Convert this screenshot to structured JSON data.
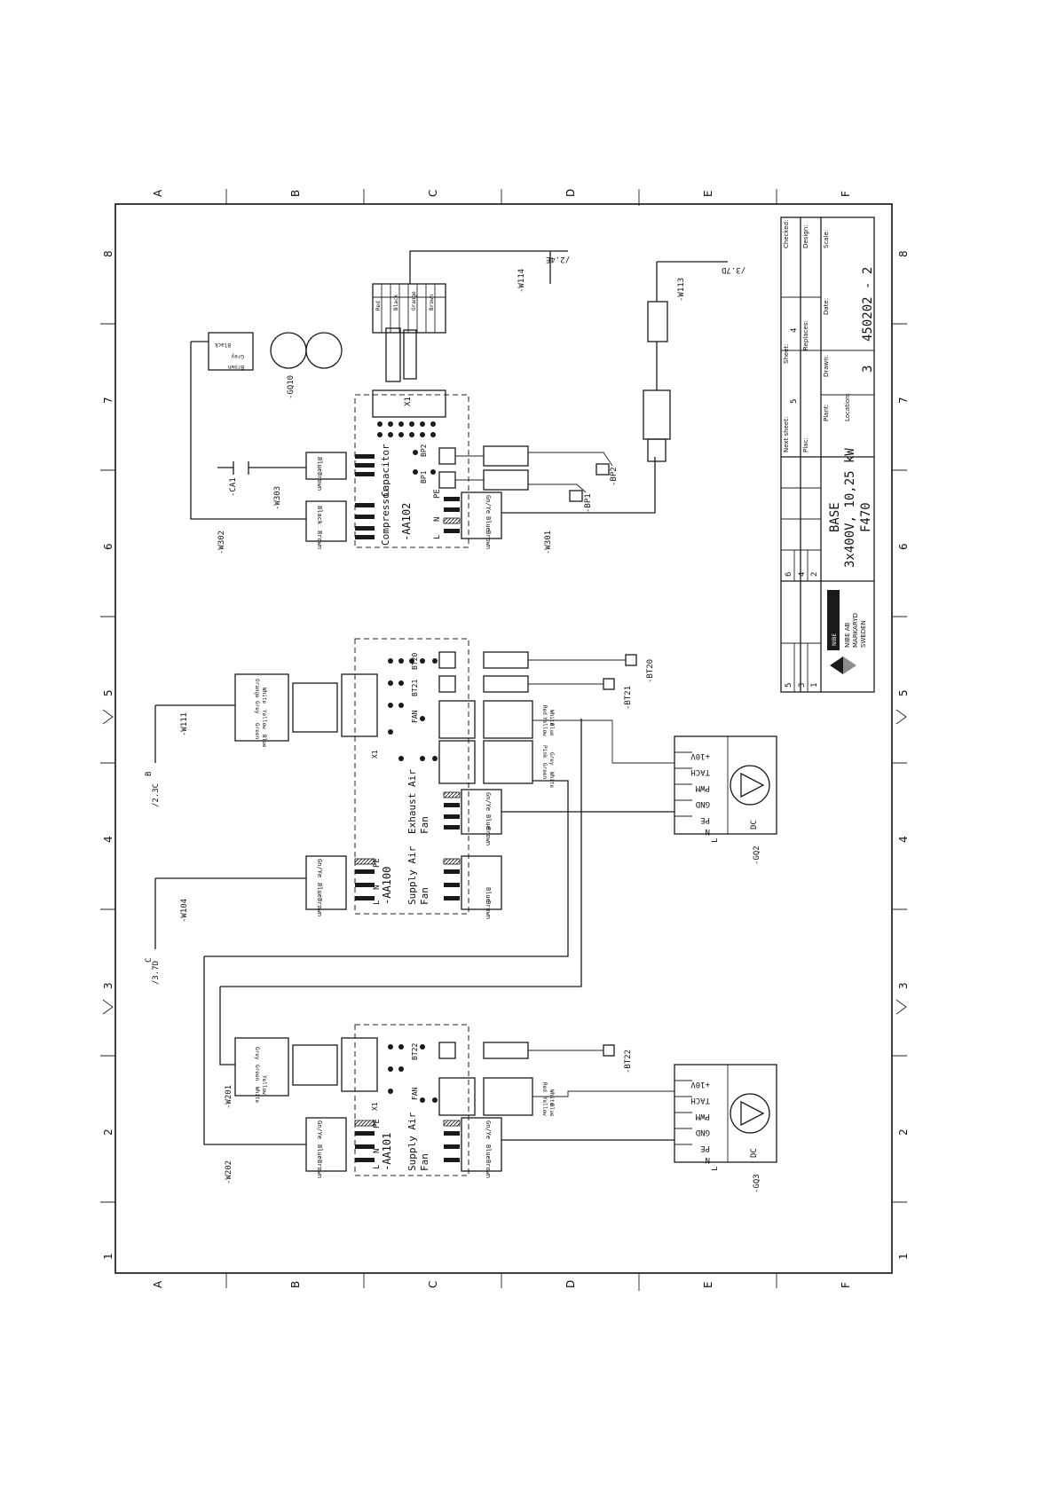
{
  "border": {
    "letters": [
      "A",
      "B",
      "C",
      "D",
      "E",
      "F"
    ],
    "numbers": [
      "1",
      "2",
      "3",
      "4",
      "5",
      "6",
      "7",
      "8"
    ]
  },
  "modules": {
    "aa102": {
      "id": "-AA102",
      "compressor": "Compressor",
      "capacitor": "Capacitor",
      "terminal_l": "L",
      "terminal_n": "N",
      "terminal_pe": "PE",
      "connector": "X1",
      "bp1": "BP1",
      "bp2": "BP2"
    },
    "aa100": {
      "id": "-AA100",
      "exhaust": "Exhaust Air",
      "supply": "Supply Air",
      "fan": "Fan",
      "terminal_l": "L",
      "terminal_n": "N",
      "terminal_pe": "PE",
      "connector": "X1",
      "bt20": "BT20",
      "bt21": "BT21",
      "fan_label": "FAN"
    },
    "aa101": {
      "id": "-AA101",
      "supply": "Supply Air",
      "fan": "Fan",
      "terminal_l": "L",
      "terminal_n": "N",
      "terminal_pe": "PE",
      "connector": "X1",
      "bt22": "BT22",
      "fan_label": "FAN"
    }
  },
  "cables": [
    "-W302",
    "-W303",
    "-W301",
    "-W114",
    "-W113",
    "-W111",
    "-W104",
    "-W201",
    "-W202"
  ],
  "components": {
    "gq10": "-GQ10",
    "ca1": "-CA1",
    "bp1": "-BP1",
    "bp2": "-BP2",
    "bt20": "-BT20",
    "bt21": "-BT21",
    "bt22": "-BT22",
    "gq2": "-GQ2",
    "gq3": "-GQ3"
  },
  "references": {
    "r1": "/2.4E",
    "r2": "/3.7D",
    "r3": "/2.3C",
    "r3b": "B",
    "r4": "/3.7D",
    "r4b": "C"
  },
  "wires": {
    "brown": "Brown",
    "blue": "Blue",
    "black": "Black",
    "grey": "Grey",
    "gnye": "Gn/Ye",
    "red": "Red",
    "white": "White",
    "yellow": "Yellow",
    "green": "Green",
    "orange": "Orange",
    "pink": "Pink"
  },
  "fan_motor": {
    "plus10v": "+10V",
    "tach": "TACH",
    "pwm": "PWM",
    "gnd": "GND",
    "pe": "PE",
    "n": "N",
    "l": "L",
    "dc": "DC"
  },
  "title_block": {
    "company": "NIBE AB",
    "city": "MARKARYD",
    "country": "SWEDEN",
    "title1": "BASE",
    "title2": "3x400V, 10,25 kW",
    "title3": "F470",
    "next_sheet_label": "Next sheet:",
    "next_sheet": "5",
    "sheet_label": "Sheet:",
    "sheet": "4",
    "checked_label": "Checked:",
    "design_label": "Design:",
    "scale_label": "Scale:",
    "place_label": "Plac:",
    "replaces_label": "Replaces:",
    "date_label": "Date:",
    "plant_label": "Plant:",
    "drawn_label": "Drawn:",
    "location_label": "Location:",
    "doc_no": "450202 - 2",
    "rev": "3",
    "rev_col": [
      "6",
      "4",
      "2",
      "5",
      "3",
      "1"
    ]
  }
}
